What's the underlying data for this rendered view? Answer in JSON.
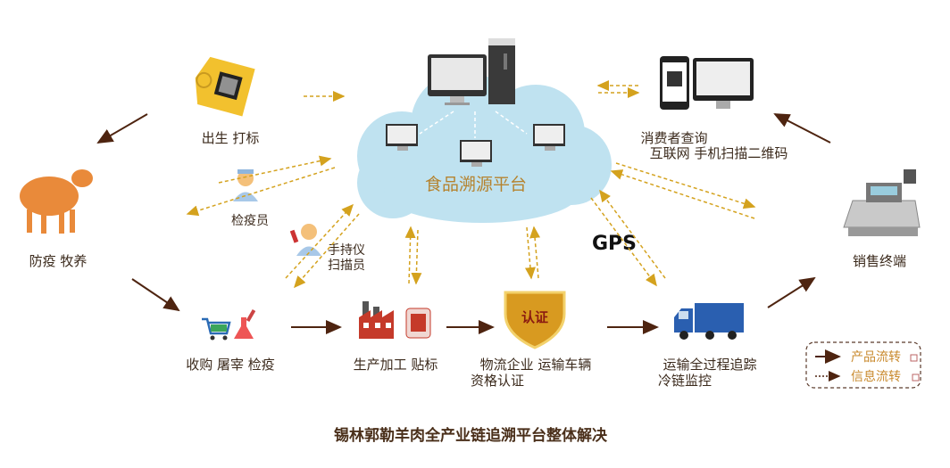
{
  "cloud": {
    "label": "食品溯源平台"
  },
  "nodes": {
    "birth": "出生  打标",
    "farming": "防疫  牧养",
    "inspector": "检疫员",
    "scanner": [
      "手持仪",
      "扫描员"
    ],
    "purchase": "收购  屠宰  检疫",
    "production": "生产加工  贴标",
    "logistics": [
      "物流企业  运输车辆",
      "资格认证"
    ],
    "shield_badge": "认证",
    "transport": [
      "运输全过程追踪",
      "冷链监控"
    ],
    "consumer": [
      "消费者查询",
      "互联网  手机扫描二维码"
    ],
    "retail": "销售终端"
  },
  "gps": "GPS",
  "legend": {
    "product_flow": "产品流转",
    "info_flow": "信息流转"
  },
  "title": "锡林郭勒羊肉全产业链追溯平台整体解决",
  "colors": {
    "solid_arrow": "#4e2410",
    "dashed_arrow": "#d4a21e",
    "cloud": "#bfe2f0",
    "label_text": "#3b2a1c",
    "accent_text": "#b5832f"
  }
}
